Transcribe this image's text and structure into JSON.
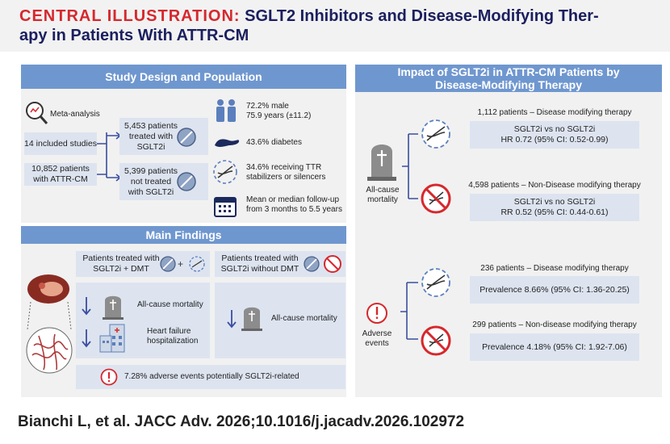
{
  "header": {
    "label": "CENTRAL ILLUSTRATION:",
    "title_line1": "SGLT2 Inhibitors and Disease-Modifying Ther-",
    "title_line2": "apy in Patients With ATTR-CM"
  },
  "study": {
    "title": "Study Design and Population",
    "meta_label": "Meta-analysis",
    "studies": "14 included studies",
    "patients": "10,852 patients with ATTR-CM",
    "treated": "5,453 patients treated with SGLT2i",
    "not_treated": "5,399 patients not treated with SGLT2i",
    "stats": [
      {
        "icon": "people-icon",
        "text": "72.2% male\n75.9 years (±11.2)"
      },
      {
        "icon": "pancreas-icon",
        "text": "43.6% diabetes"
      },
      {
        "icon": "dna-helix-icon",
        "text": "34.6% receiving TTR\nstabilizers or silencers"
      },
      {
        "icon": "calendar-icon",
        "text": "Mean or median follow-up\nfrom 3 months to 5.5 years"
      }
    ]
  },
  "findings": {
    "title": "Main Findings",
    "col1_header": "Patients treated with SGLT2i + DMT",
    "col2_header": "Patients treated with SGLT2i without DMT",
    "col1_item1": "All-cause mortality",
    "col1_item2": "Heart failure hospitalization",
    "col2_item1": "All-cause mortality",
    "adverse": "7.28% adverse events potentially SGLT2i-related"
  },
  "impact": {
    "title": "Impact of SGLT2i in ATTR-CM Patients by Disease-Modifying Therapy",
    "mortality_label": "All-cause mortality",
    "adverse_label": "Adverse events",
    "rows": [
      {
        "caption": "1,112 patients – Disease modifying therapy",
        "line1": "SGLT2i vs no SGLT2i",
        "line2": "HR 0.72 (95% CI: 0.52-0.99)"
      },
      {
        "caption": "4,598 patients – Non-Disease modifying therapy",
        "line1": "SGLT2i vs no SGLT2i",
        "line2": "RR 0.52 (95% CI: 0.44-0.61)"
      },
      {
        "caption": "236 patients – Disease modifying therapy",
        "line1": "Prevalence 8.66% (95% CI: 1.36-20.25)",
        "line2": ""
      },
      {
        "caption": "299 patients – Non-disease modifying therapy",
        "line1": "Prevalence 4.18% (95% CI: 1.92-7.06)",
        "line2": ""
      }
    ]
  },
  "footer": {
    "citation": "Bianchi L, et al. JACC Adv. 2026;10.1016/j.jacadv.2026.102972"
  },
  "colors": {
    "accent_red": "#d6282d",
    "navy": "#1b1f5e",
    "band_blue": "#6f97cf",
    "box_blue": "#dde4f0",
    "icon_blue": "#5b7fbd"
  }
}
